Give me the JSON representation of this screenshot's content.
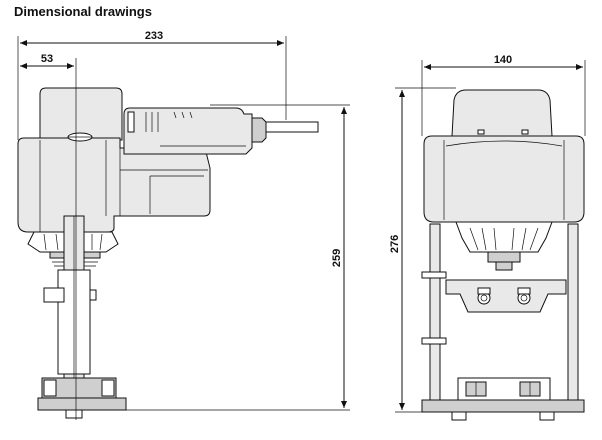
{
  "title": "Dimensional drawings",
  "dimensions": {
    "overall_width": "233",
    "axis_offset": "53",
    "side_height": "259",
    "front_width": "140",
    "front_height": "276"
  }
}
